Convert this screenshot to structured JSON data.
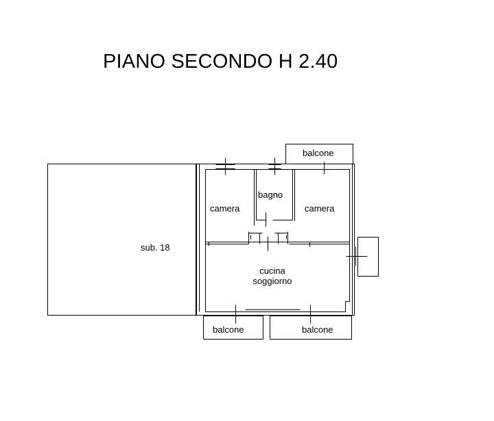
{
  "plan": {
    "title": "PIANO SECONDO H 2.40",
    "rooms": {
      "sub18": "sub. 18",
      "camera_left": "camera",
      "bagno": "bagno",
      "camera_right": "camera",
      "cucina_line1": "cucina",
      "cucina_line2": "soggiorno",
      "balcone_top": "balcone",
      "balcone_bottom_left": "balcone",
      "balcone_bottom_right": "balcone"
    }
  }
}
